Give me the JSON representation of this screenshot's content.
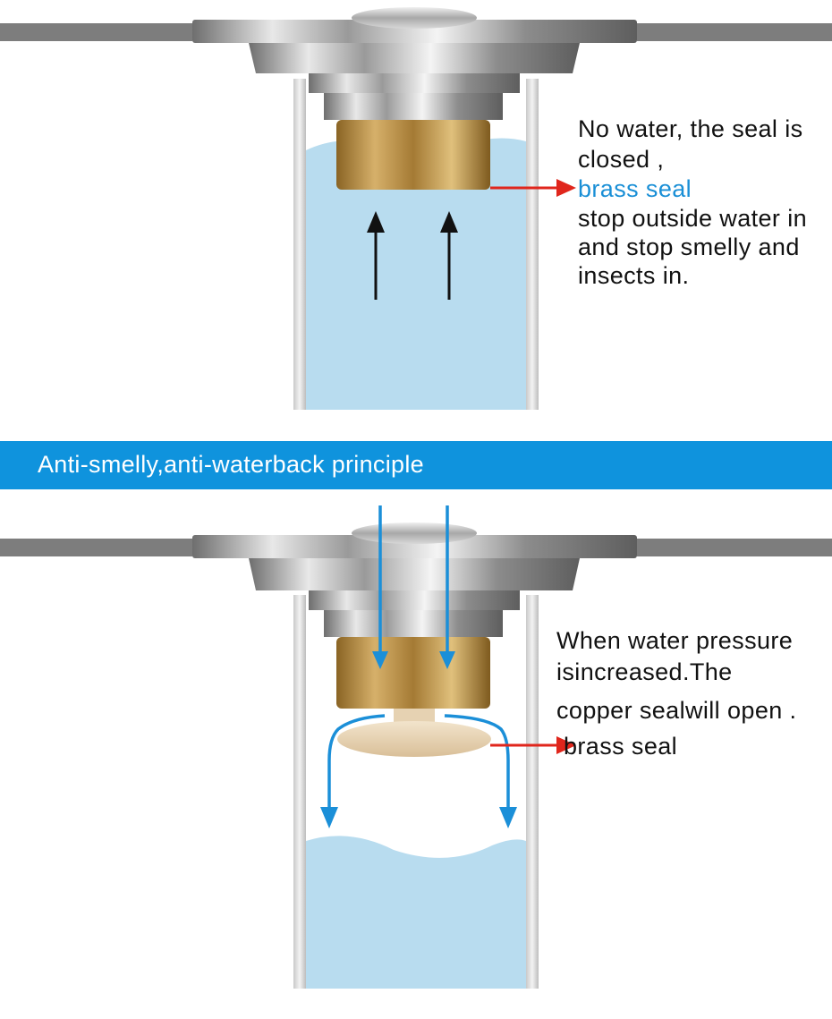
{
  "top_panel": {
    "caption_line1": "No water, the seal is",
    "caption_line2": "closed ,",
    "seal_label": "brass seal",
    "caption_line3": "stop outside water in",
    "caption_line4": " and stop smelly and",
    "caption_line5": "insects in."
  },
  "banner": {
    "text": "Anti-smelly,anti-waterback principle"
  },
  "bottom_panel": {
    "caption_line1": "When water pressure",
    "caption_line2": " isincreased.The",
    "caption_line3": "copper sealwill open .",
    "seal_label": "brass seal"
  },
  "colors": {
    "water": "#b8dcef",
    "banner": "#0f93dd",
    "brass": "#c79a4a",
    "arrow_red": "#e0261c",
    "arrow_blue": "#1b8fd8",
    "floor": "#7d7d7d"
  }
}
